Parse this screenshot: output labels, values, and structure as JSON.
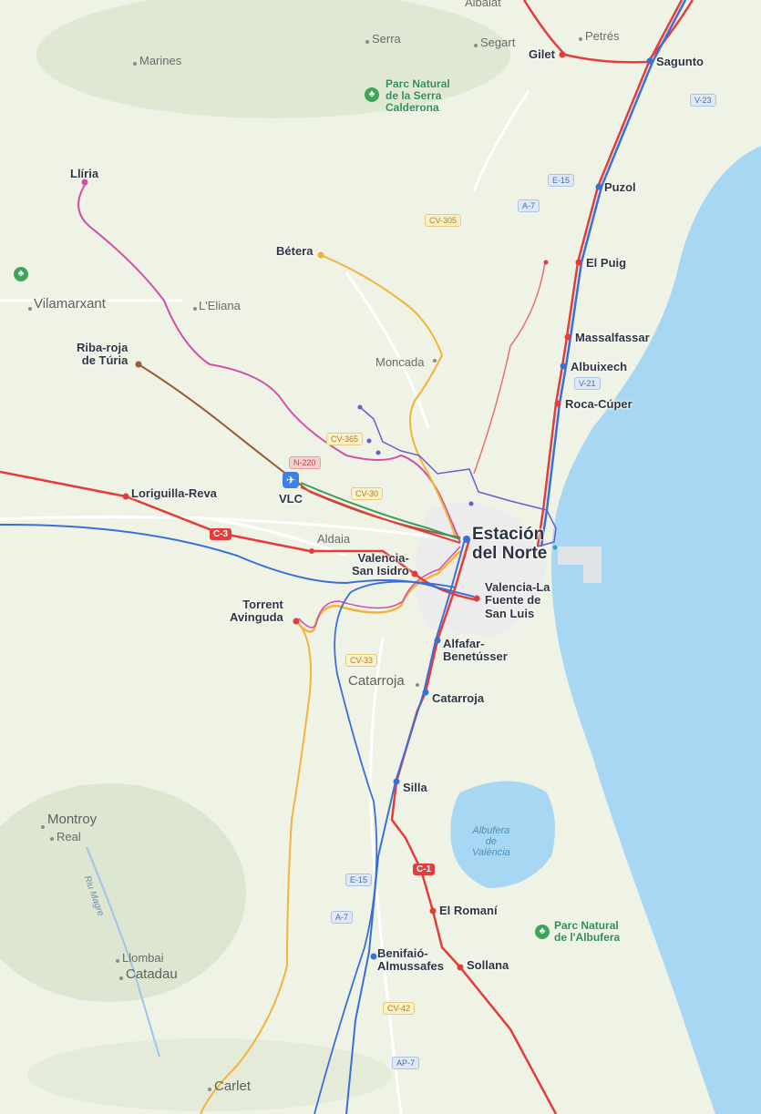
{
  "map": {
    "towns": [
      "Albalat",
      "Serra",
      "Segart",
      "Petrés",
      "Marines",
      "L'Eliana",
      "Vilamarxant",
      "Moncada",
      "Aldaia",
      "Catarroja",
      "Montroy",
      "Real",
      "Llombai",
      "Catadau",
      "Carlet"
    ],
    "stations": {
      "gilet": "Gilet",
      "sagunto": "Sagunto",
      "puzol": "Puzol",
      "el_puig": "El Puig",
      "massalfassar": "Massalfassar",
      "albuixech": "Albuixech",
      "roca_cuper": "Roca-Cúper",
      "lliria": "Llíria",
      "betera": "Bétera",
      "riba_roja": "Riba-roja\nde Túria",
      "loriguilla": "Loriguilla-Reva",
      "vlc": "VLC",
      "estacion_norte": "Estación\ndel Norte",
      "san_isidro": "Valencia-\nSan Isidro",
      "fuente_san_luis": "Valencia-La\nFuente de\nSan Luis",
      "torrent": "Torrent\nAvinguda",
      "alfafar": "Alfafar-\nBenetússer",
      "catarroja": "Catarroja",
      "silla": "Silla",
      "el_romani": "El Romaní",
      "benifaio": "Benifaió-\nAlmussafes",
      "sollana": "Sollana"
    },
    "parks": {
      "calderona": "Parc Natural\nde la Serra\nCalderona",
      "albufera_park": "Parc Natural\nde l'Albufera"
    },
    "water": {
      "albufera": "Albufera\nde\nValència",
      "river": "Riu Magre"
    },
    "shields": {
      "v23": "V-23",
      "e15_top": "E-15",
      "a7_top": "A-7",
      "cv305": "CV-305",
      "v21": "V-21",
      "cv365": "CV-365",
      "n220": "N-220",
      "cv30": "CV-30",
      "cv33": "CV-33",
      "e15_bottom": "E-15",
      "a7_bottom": "A-7",
      "cv42": "CV-42",
      "ap7": "AP-7"
    },
    "rail_lines": {
      "c3": "C-3",
      "c1": "C-1"
    },
    "colors": {
      "sea": "#a7d7f3",
      "land": "#eef3e6",
      "line_c1": "#e63b3b",
      "line_c3": "#e63b3b",
      "line_blue": "#3b6fd8",
      "line_magenta": "#d24ea8",
      "line_orange": "#f2b43a",
      "line_brown": "#9b5a3a",
      "line_purple": "#6b5ad8",
      "park_green": "#3fa55c"
    }
  }
}
